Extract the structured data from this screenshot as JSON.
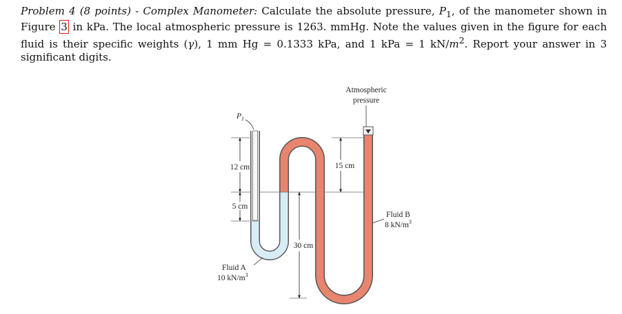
{
  "problem": {
    "heading": "Problem 4 (8 points)",
    "dash": " - ",
    "topic": "Complex Manometer:",
    "text_a": " Calculate the absolute pressure, ",
    "var_p": "P",
    "var_p_sub": "1",
    "text_b": ", of the manometer shown in Figure ",
    "figure_ref": "3",
    "text_c": " in kPa. The local atmospheric pressure is 1263. mmHg. Note the values given in the figure for each fluid is their specific weights (",
    "gamma": "γ",
    "text_d": "), 1 mm Hg = 0.1333 kPa, and 1 kPa = 1 kN/",
    "unit_m": "m",
    "unit_exp": "2",
    "text_e": ". Report your answer in 3 significant digits."
  },
  "figure": {
    "atm_line1": "Atmospheric",
    "atm_line2": "pressure",
    "p1": "P",
    "p1_sub": "1",
    "dim_12": "12 cm",
    "dim_5": "5 cm",
    "dim_15": "15 cm",
    "dim_30": "30 cm",
    "fluid_b_name": "Fluid B",
    "fluid_b_value": "8 kN/m",
    "fluid_b_exp": "3",
    "fluid_a_name": "Fluid A",
    "fluid_a_value": "10 kN/m",
    "fluid_a_exp": "3",
    "colors": {
      "fluid_a": "#d7ecf7",
      "fluid_b": "#e8856f",
      "tube_outline": "#555555",
      "tube_empty": "#f3f3f3"
    }
  }
}
